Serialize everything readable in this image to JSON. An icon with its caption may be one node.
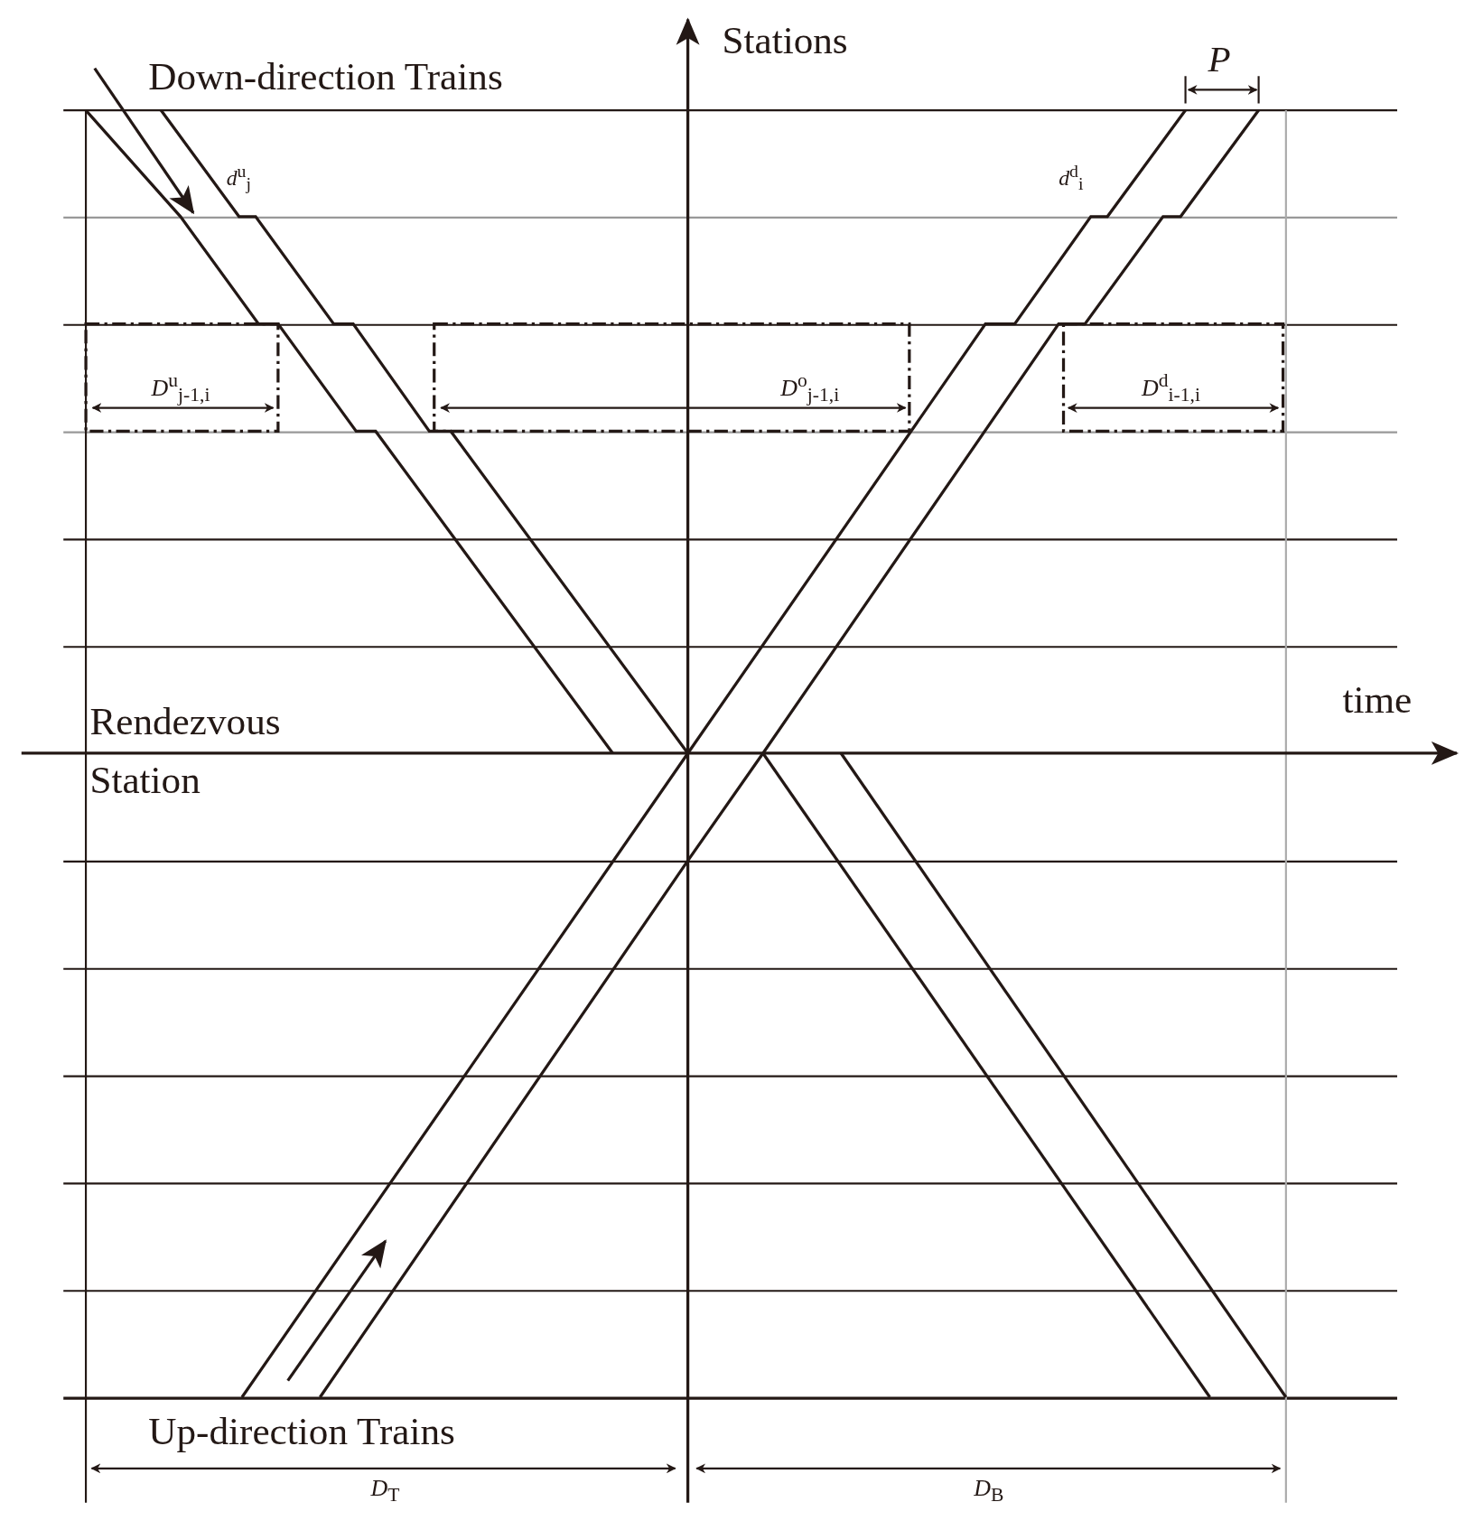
{
  "diagram": {
    "labels": [
      "Stations",
      "Down-direction Trains",
      "P",
      "*d*$^{u}$$_{j}$",
      "*d*$^{d}$$_{i}$",
      "*D*$^{u}$$_{j-1,i}$",
      "*D*$^{o}$$_{j-1,i}$",
      "*D*$^{d}$$_{i-1,i}$",
      "time",
      "Rendezvous Station",
      "Up-direction Trains",
      "*D*$_{T}$",
      "*D*$_{B}$"
    ]
  }
}
